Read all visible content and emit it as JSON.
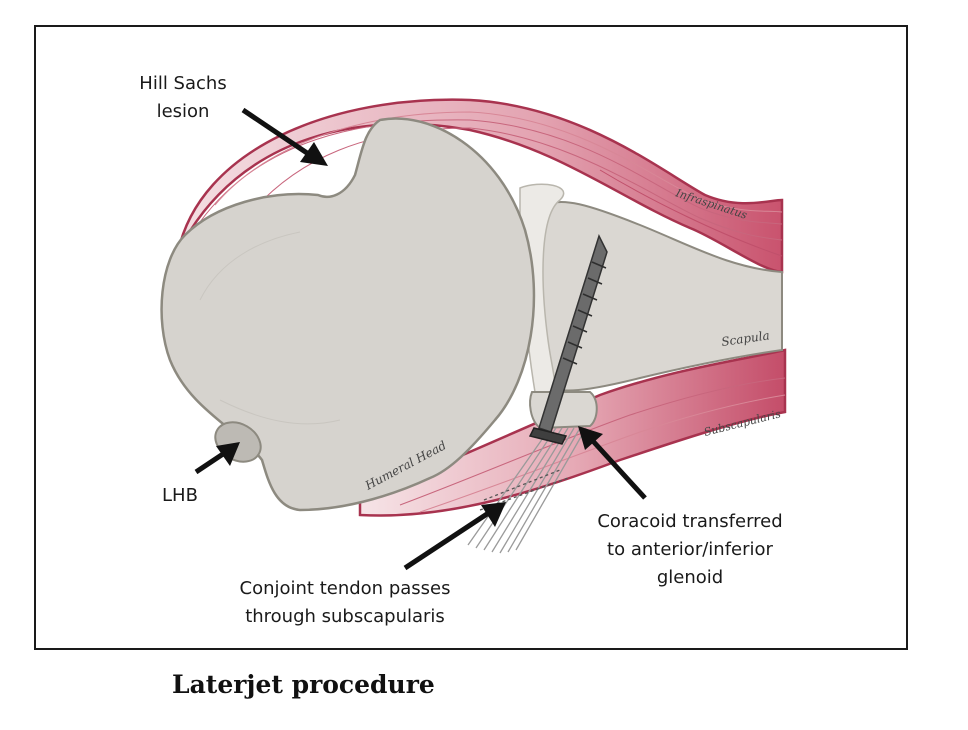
{
  "labels": {
    "hill_sachs_line1": "Hill Sachs",
    "hill_sachs_line2": "lesion",
    "lhb": "LHB",
    "conjoint_line1": "Conjoint tendon passes",
    "conjoint_line2": "through subscapularis",
    "coracoid_line1": "Coracoid transferred",
    "coracoid_line2": "to anterior/inferior",
    "coracoid_line3": "glenoid"
  },
  "structure_labels": {
    "infraspinatus": "Infraspinatus",
    "scapula": "Scapula",
    "subscapularis": "Subscapularis",
    "humeral_head": "Humeral Head"
  },
  "caption": "Laterjet procedure",
  "colors": {
    "bone": "#d6d3ce",
    "bone_outline": "#8d8a80",
    "muscle": "#d98a9b",
    "muscle_outline": "#a8334f",
    "screw": "#6b6b6b",
    "arrow": "#111111"
  }
}
